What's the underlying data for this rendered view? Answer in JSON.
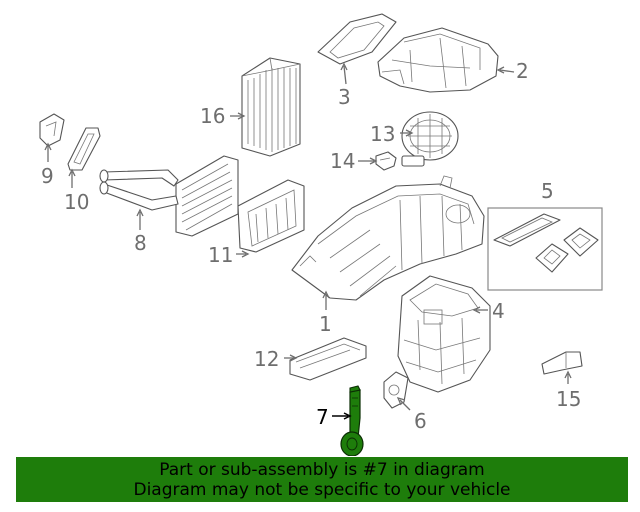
{
  "callouts": {
    "c1": "1",
    "c2": "2",
    "c3": "3",
    "c4": "4",
    "c5": "5",
    "c6": "6",
    "c7": "7",
    "c8": "8",
    "c9": "9",
    "c10": "10",
    "c11": "11",
    "c12": "12",
    "c13": "13",
    "c14": "14",
    "c15": "15",
    "c16": "16"
  },
  "highlight": {
    "part": "7",
    "color": "#1e7d0b"
  },
  "banner": {
    "line1": "Part or sub-assembly is #7 in diagram",
    "line2": "Diagram may not be specific to your vehicle",
    "background": "#1e7d0b"
  }
}
